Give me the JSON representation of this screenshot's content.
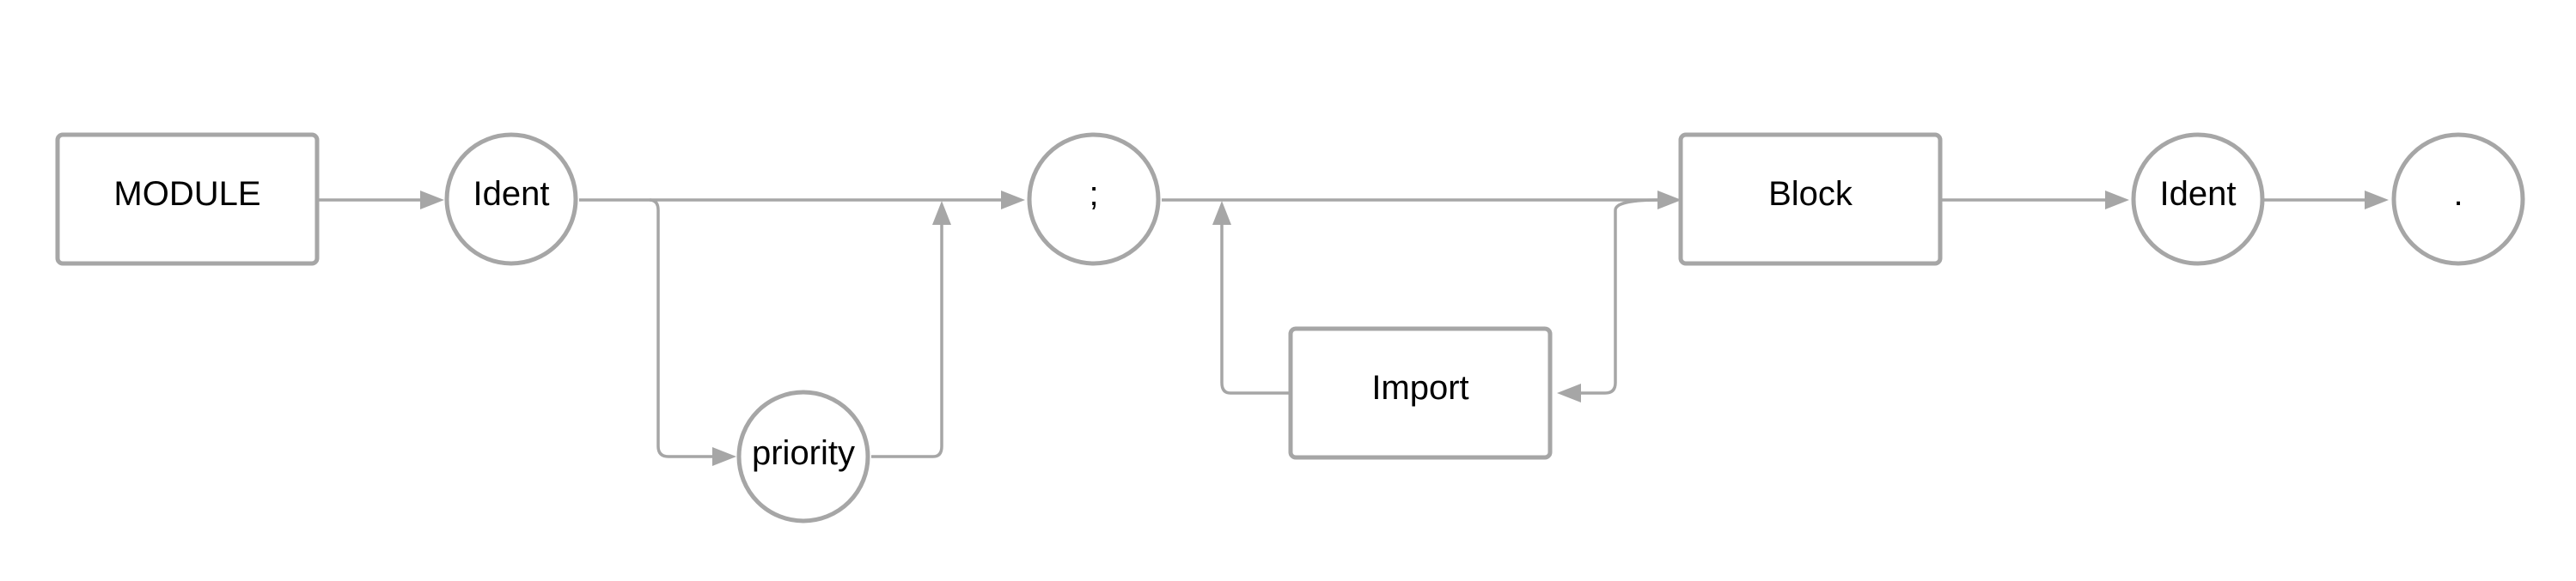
{
  "diagram": {
    "nodes": {
      "module": {
        "label": "MODULE",
        "shape": "rectangle"
      },
      "ident1": {
        "label": "Ident",
        "shape": "circle"
      },
      "priority": {
        "label": "priority",
        "shape": "circle"
      },
      "semicolon": {
        "label": ";",
        "shape": "circle"
      },
      "import": {
        "label": "Import",
        "shape": "rectangle"
      },
      "block": {
        "label": "Block",
        "shape": "rectangle"
      },
      "ident2": {
        "label": "Ident",
        "shape": "circle"
      },
      "period": {
        "label": ".",
        "shape": "circle"
      }
    },
    "edges": [
      {
        "from": "module",
        "to": "ident1"
      },
      {
        "from": "ident1",
        "to": "semicolon"
      },
      {
        "from": "ident1",
        "to": "priority"
      },
      {
        "from": "priority",
        "to": "semicolon"
      },
      {
        "from": "semicolon",
        "to": "block"
      },
      {
        "from": "semicolon",
        "to": "import"
      },
      {
        "from": "import",
        "to": "semicolon"
      },
      {
        "from": "block",
        "to": "ident2"
      },
      {
        "from": "ident2",
        "to": "period"
      }
    ],
    "colors": {
      "stroke": "#a6a6a6",
      "text": "#000000",
      "background": "#ffffff"
    }
  }
}
